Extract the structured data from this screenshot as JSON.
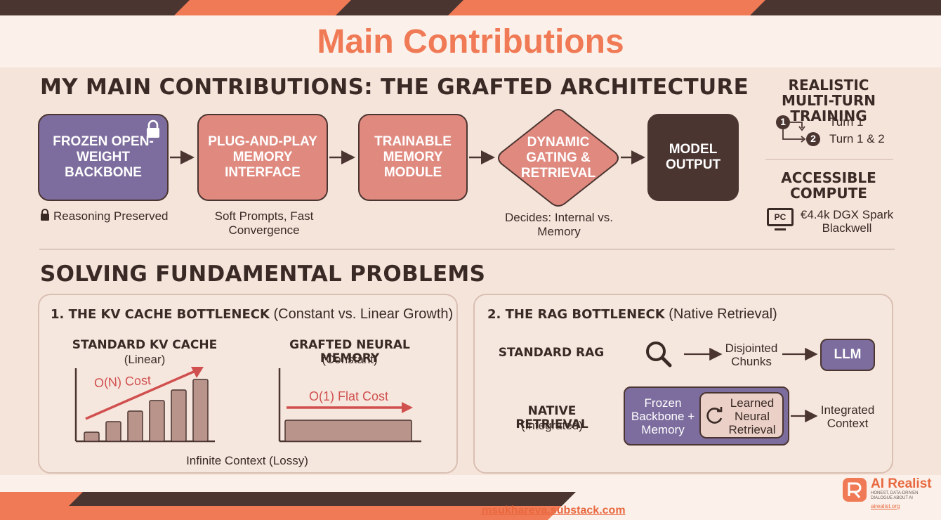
{
  "colors": {
    "accent": "#f07a55",
    "dark": "#4b3531",
    "purple": "#7d6d9e",
    "rose": "#e0897f",
    "bar": "#b8948a"
  },
  "page_title": "Main Contributions",
  "architecture": {
    "heading": "MY MAIN CONTRIBUTIONS: THE GRAFTED ARCHITECTURE",
    "nodes": [
      {
        "label": "FROZEN OPEN-WEIGHT BACKBONE",
        "caption": "Reasoning Preserved",
        "icon": "lock-icon"
      },
      {
        "label": "PLUG-AND-PLAY MEMORY INTERFACE",
        "caption": "Soft Prompts, Fast Convergence"
      },
      {
        "label": "TRAINABLE MEMORY MODULE",
        "caption": ""
      },
      {
        "label": "DYNAMIC GATING & RETRIEVAL",
        "caption": "Decides: Internal vs. Memory"
      },
      {
        "label": "MODEL OUTPUT",
        "caption": ""
      }
    ]
  },
  "side": {
    "training_heading": "REALISTIC MULTI-TURN TRAINING",
    "turn1_num": "1",
    "turn1": "Turn 1",
    "turn2_num": "2",
    "turn2": "Turn 1 & 2",
    "compute_heading": "ACCESSIBLE COMPUTE",
    "pc_icon_text": "PC",
    "compute_text": "€4.4k DGX Spark Blackwell"
  },
  "problems": {
    "heading": "SOLVING FUNDAMENTAL PROBLEMS",
    "kv": {
      "title_bold": "1. THE KV CACHE BOTTLENECK",
      "title_rest": "(Constant vs. Linear Growth)",
      "left_title": "STANDARD KV CACHE",
      "left_sub": "(Linear)",
      "left_annotation": "O(N) Cost",
      "right_title": "GRAFTED NEURAL MEMORY",
      "right_sub": "(Constant)",
      "right_annotation": "O(1) Flat Cost",
      "footer": "Infinite Context (Lossy)"
    },
    "rag": {
      "title_bold": "2. THE RAG BOTTLENECK",
      "title_rest": "(Native Retrieval)",
      "standard_label": "STANDARD RAG",
      "chunks": "Disjointed Chunks",
      "llm": "LLM",
      "native_label": "NATIVE RETRIEVAL",
      "native_sub": "(Integrated)",
      "frozen": "Frozen Backbone + Memory",
      "learned": "Learned Neural Retrieval",
      "integrated": "Integrated Context"
    }
  },
  "chart_data": [
    {
      "type": "bar",
      "title": "STANDARD KV CACHE",
      "subtitle": "(Linear)",
      "annotation": "O(N) Cost",
      "values": [
        1,
        2,
        3,
        4,
        5,
        6
      ]
    },
    {
      "type": "bar",
      "title": "GRAFTED NEURAL MEMORY",
      "subtitle": "(Constant)",
      "annotation": "O(1) Flat Cost",
      "values": [
        1
      ]
    }
  ],
  "footer": {
    "url": "msukhareva.substack.com",
    "logo_name": "AI Realist",
    "logo_tagline": "HONEST, DATA-DRIVEN DIALOGUE ABOUT AI",
    "logo_url": "airealist.org"
  }
}
